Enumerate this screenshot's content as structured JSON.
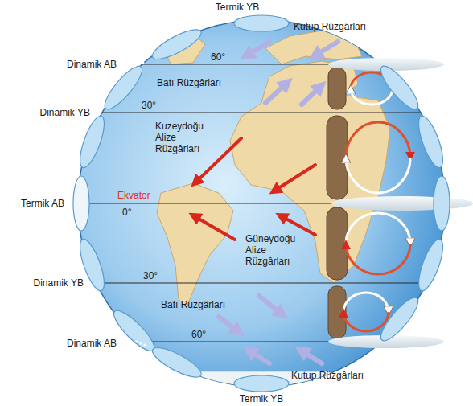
{
  "diagram": {
    "labels": [
      "Termik YB",
      "Kutup Rüzgârları",
      "Dinamik AB",
      "60°",
      "Batı Rüzgârları",
      "Dinamik YB",
      "30°",
      "Kuzeydoğu Alize Rüzgârları",
      "Termik AB",
      "Ekvator",
      "0°",
      "Güneydoğu Alize Rüzgârları",
      "Dinamik YB",
      "30°",
      "Batı Rüzgârları",
      "Dinamik AB",
      "60°",
      "Kutup Rüzgârları",
      "Termik YB"
    ]
  }
}
